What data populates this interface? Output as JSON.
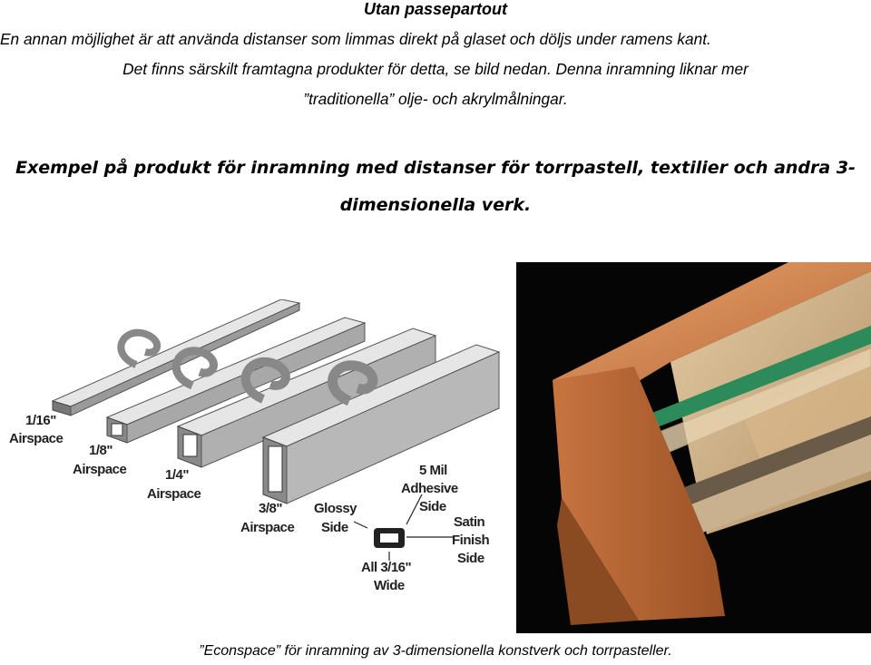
{
  "heading": "Utan passepartout",
  "paragraph": {
    "line1": "En annan möjlighet är att använda distanser som limmas direkt på glaset och döljs under ramens kant.",
    "line2": "Det finns särskilt framtagna produkter för detta, se bild nedan. Denna inramning liknar mer",
    "line3": "”traditionella” olje- och akrylmålningar."
  },
  "example": {
    "line1": "Exempel på produkt för inramning med distanser för torrpastell, textilier och andra 3-",
    "line2": "dimensionella verk."
  },
  "diagram_labels": {
    "a1": "1/16\"",
    "a1b": "Airspace",
    "a2": "1/8\"",
    "a2b": "Airspace",
    "a3": "1/4\"",
    "a3b": "Airspace",
    "a4": "3/8\"",
    "a4b": "Airspace",
    "glossy1": "Glossy",
    "glossy2": "Side",
    "mil1": "5 Mil",
    "mil2": "Adhesive",
    "mil3": "Side",
    "satin1": "Satin",
    "satin2": "Finish",
    "satin3": "Side",
    "wide1": "All 3/16\"",
    "wide2": "Wide"
  },
  "caption": "”Econspace” för inramning av 3-dimensionella konstverk och torrpasteller."
}
